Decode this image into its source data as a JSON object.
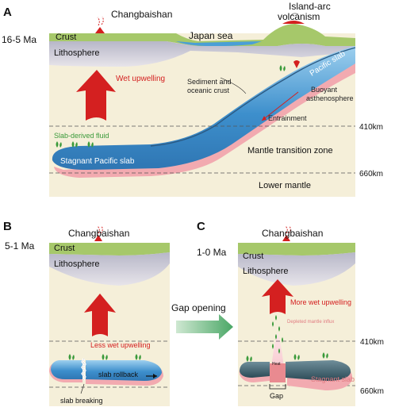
{
  "panel_a": {
    "letter": "A",
    "age": "16-5 Ma",
    "volcano_left": "Changbaishan",
    "volcano_right": "Island-arc\nvolcanism",
    "crust": "Crust",
    "japan_sea": "Japan sea",
    "lithosphere": "Lithosphere",
    "wet_upwelling": "Wet upwelling",
    "pacific_slab": "Pacific slab",
    "sediment": "Sediment and\noceanic crust",
    "buoyant": "Buoyant\nasthenosphere",
    "entrainment": "Entrainment",
    "slab_fluid": "Slab-derived fluid",
    "stagnant": "Stagnant Pacific slab",
    "mtz": "Mantle transition zone",
    "lower_mantle": "Lower mantle",
    "depth_410": "410km",
    "depth_660": "660km"
  },
  "panel_b": {
    "letter": "B",
    "age": "5-1 Ma",
    "volcano": "Changbaishan",
    "crust": "Crust",
    "lithosphere": "Lithosphere",
    "upwelling": "Less wet upwelling",
    "rollback": "slab rollback",
    "breaking": "slab breaking"
  },
  "panel_c": {
    "letter": "C",
    "age": "1-0 Ma",
    "volcano": "Changbaishan",
    "crust": "Crust",
    "lithosphere": "Lithosphere",
    "upwelling": "More wet upwelling",
    "depleted": "Depleted mantle influx",
    "heat": "Heat",
    "stagnant": "Stagnant slab",
    "gap": "Gap",
    "depth_410": "410km",
    "depth_660": "660km"
  },
  "arrow_label": "Gap opening",
  "colors": {
    "mantle": "#f5efd9",
    "crust": "#a6c86a",
    "lithosphere": "#c5c5d3",
    "slab": "#4a9fd6",
    "pink": "#f2aab0",
    "upwelling": "#d42020",
    "fluid": "#3a9a3a"
  }
}
